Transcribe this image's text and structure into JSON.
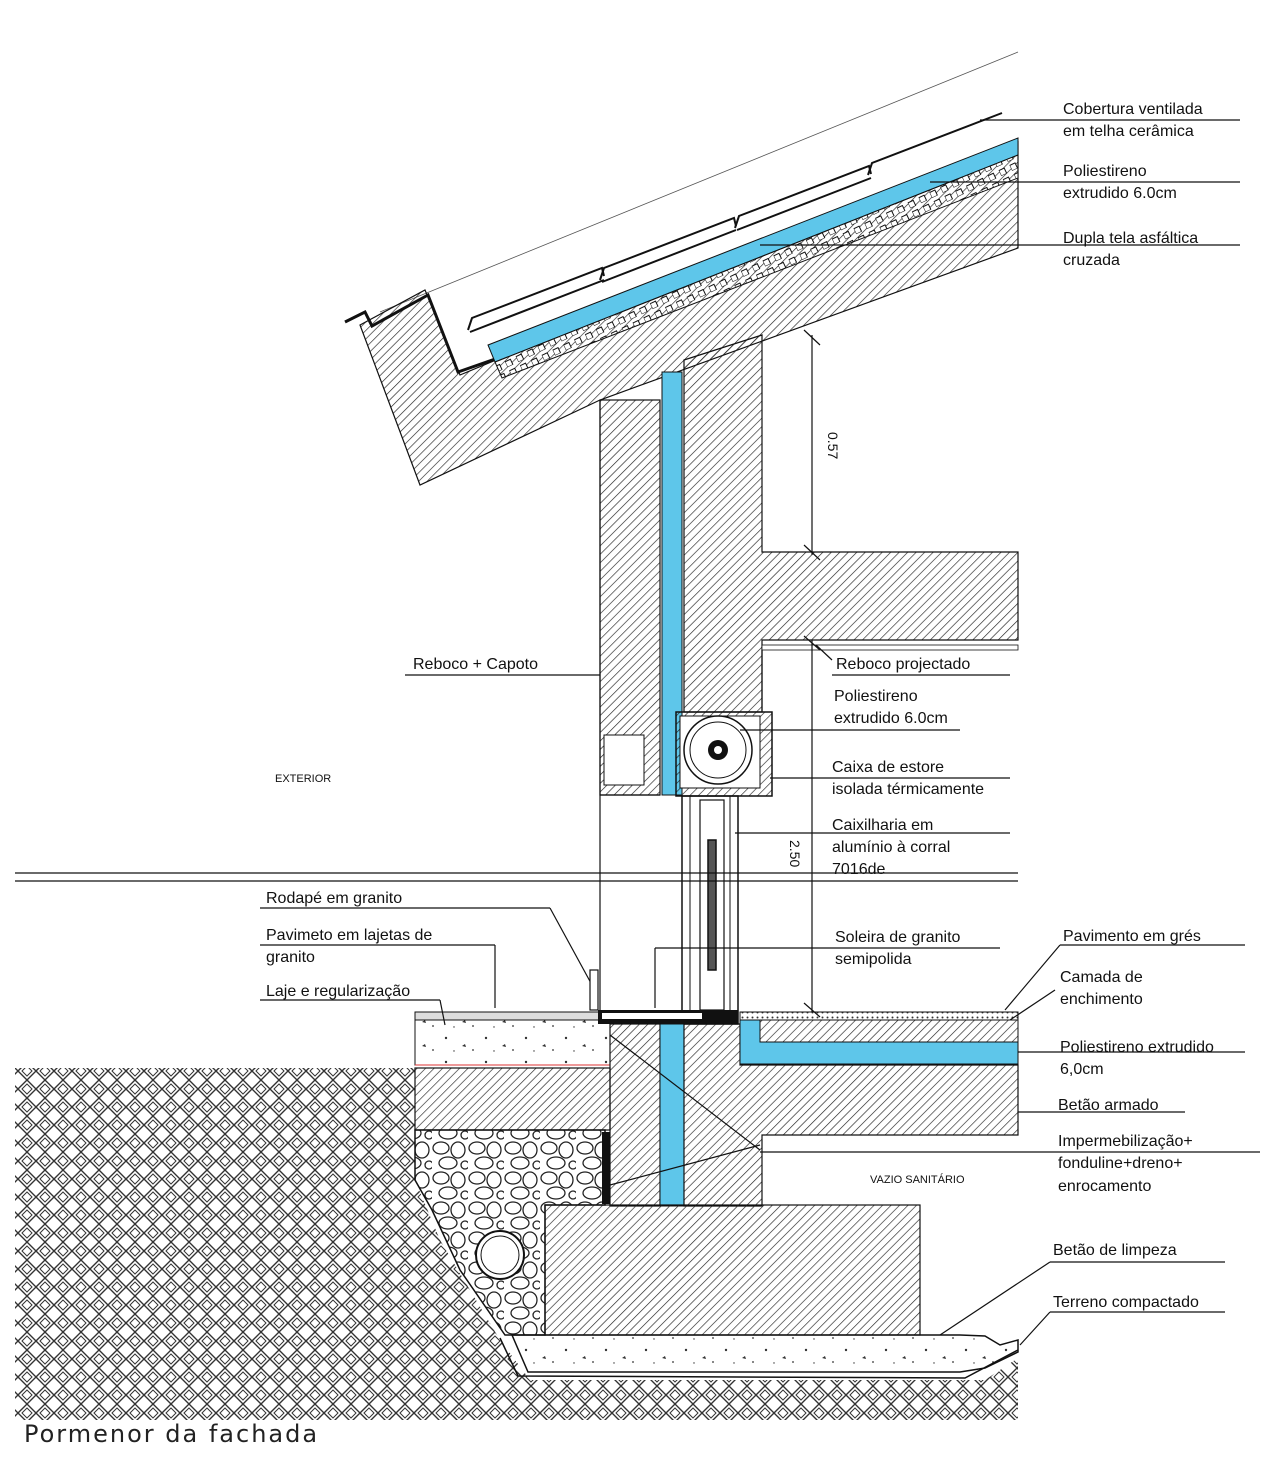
{
  "caption": "Pormenor da fachada",
  "colors": {
    "insulation": "#5ec6ea",
    "hatch": "#222222",
    "line": "#111111",
    "background": "#ffffff"
  },
  "labels": {
    "cobertura_1": "Cobertura ventilada",
    "cobertura_2": "em telha cerâmica",
    "poliestireno_top_1": "Poliestireno",
    "poliestireno_top_2": "extrudido 6.0cm",
    "dupla_tela_1": "Dupla tela asfáltica",
    "dupla_tela_2": "cruzada",
    "reboco_capoto": "Reboco + Capoto",
    "reboco_projectado": "Reboco projectado",
    "poliestireno_mid_1": "Poliestireno",
    "poliestireno_mid_2": "extrudido 6.0cm",
    "caixa_estore_1": "Caixa de estore",
    "caixa_estore_2": "isolada térmicamente",
    "caixilharia_1": "Caixilharia em",
    "caixilharia_2": "alumínio à corral",
    "caixilharia_3": "7016de",
    "exterior": "EXTERIOR",
    "rodape": "Rodapé em granito",
    "pavimeto_1": "Pavimeto em lajetas de",
    "pavimeto_2": "granito",
    "laje": "Laje e regularização",
    "soleira_1": "Soleira de granito",
    "soleira_2": "semipolida",
    "pavimento_gres": "Pavimento em grés",
    "camada_1": "Camada de",
    "camada_2": "enchimento",
    "poliestireno_bot_1": "Poliestireno extrudido",
    "poliestireno_bot_2": "6,0cm",
    "betao_armado": "Betão armado",
    "imperm_1": "Impermebilização+",
    "imperm_2": "fonduline+dreno+",
    "imperm_3": "enrocamento",
    "vazio": "VAZIO SANITÁRIO",
    "betao_limpeza": "Betão de limpeza",
    "terreno": "Terreno compactado"
  },
  "dimensions": {
    "eave_height": "0.57",
    "floor_height": "2.50"
  }
}
